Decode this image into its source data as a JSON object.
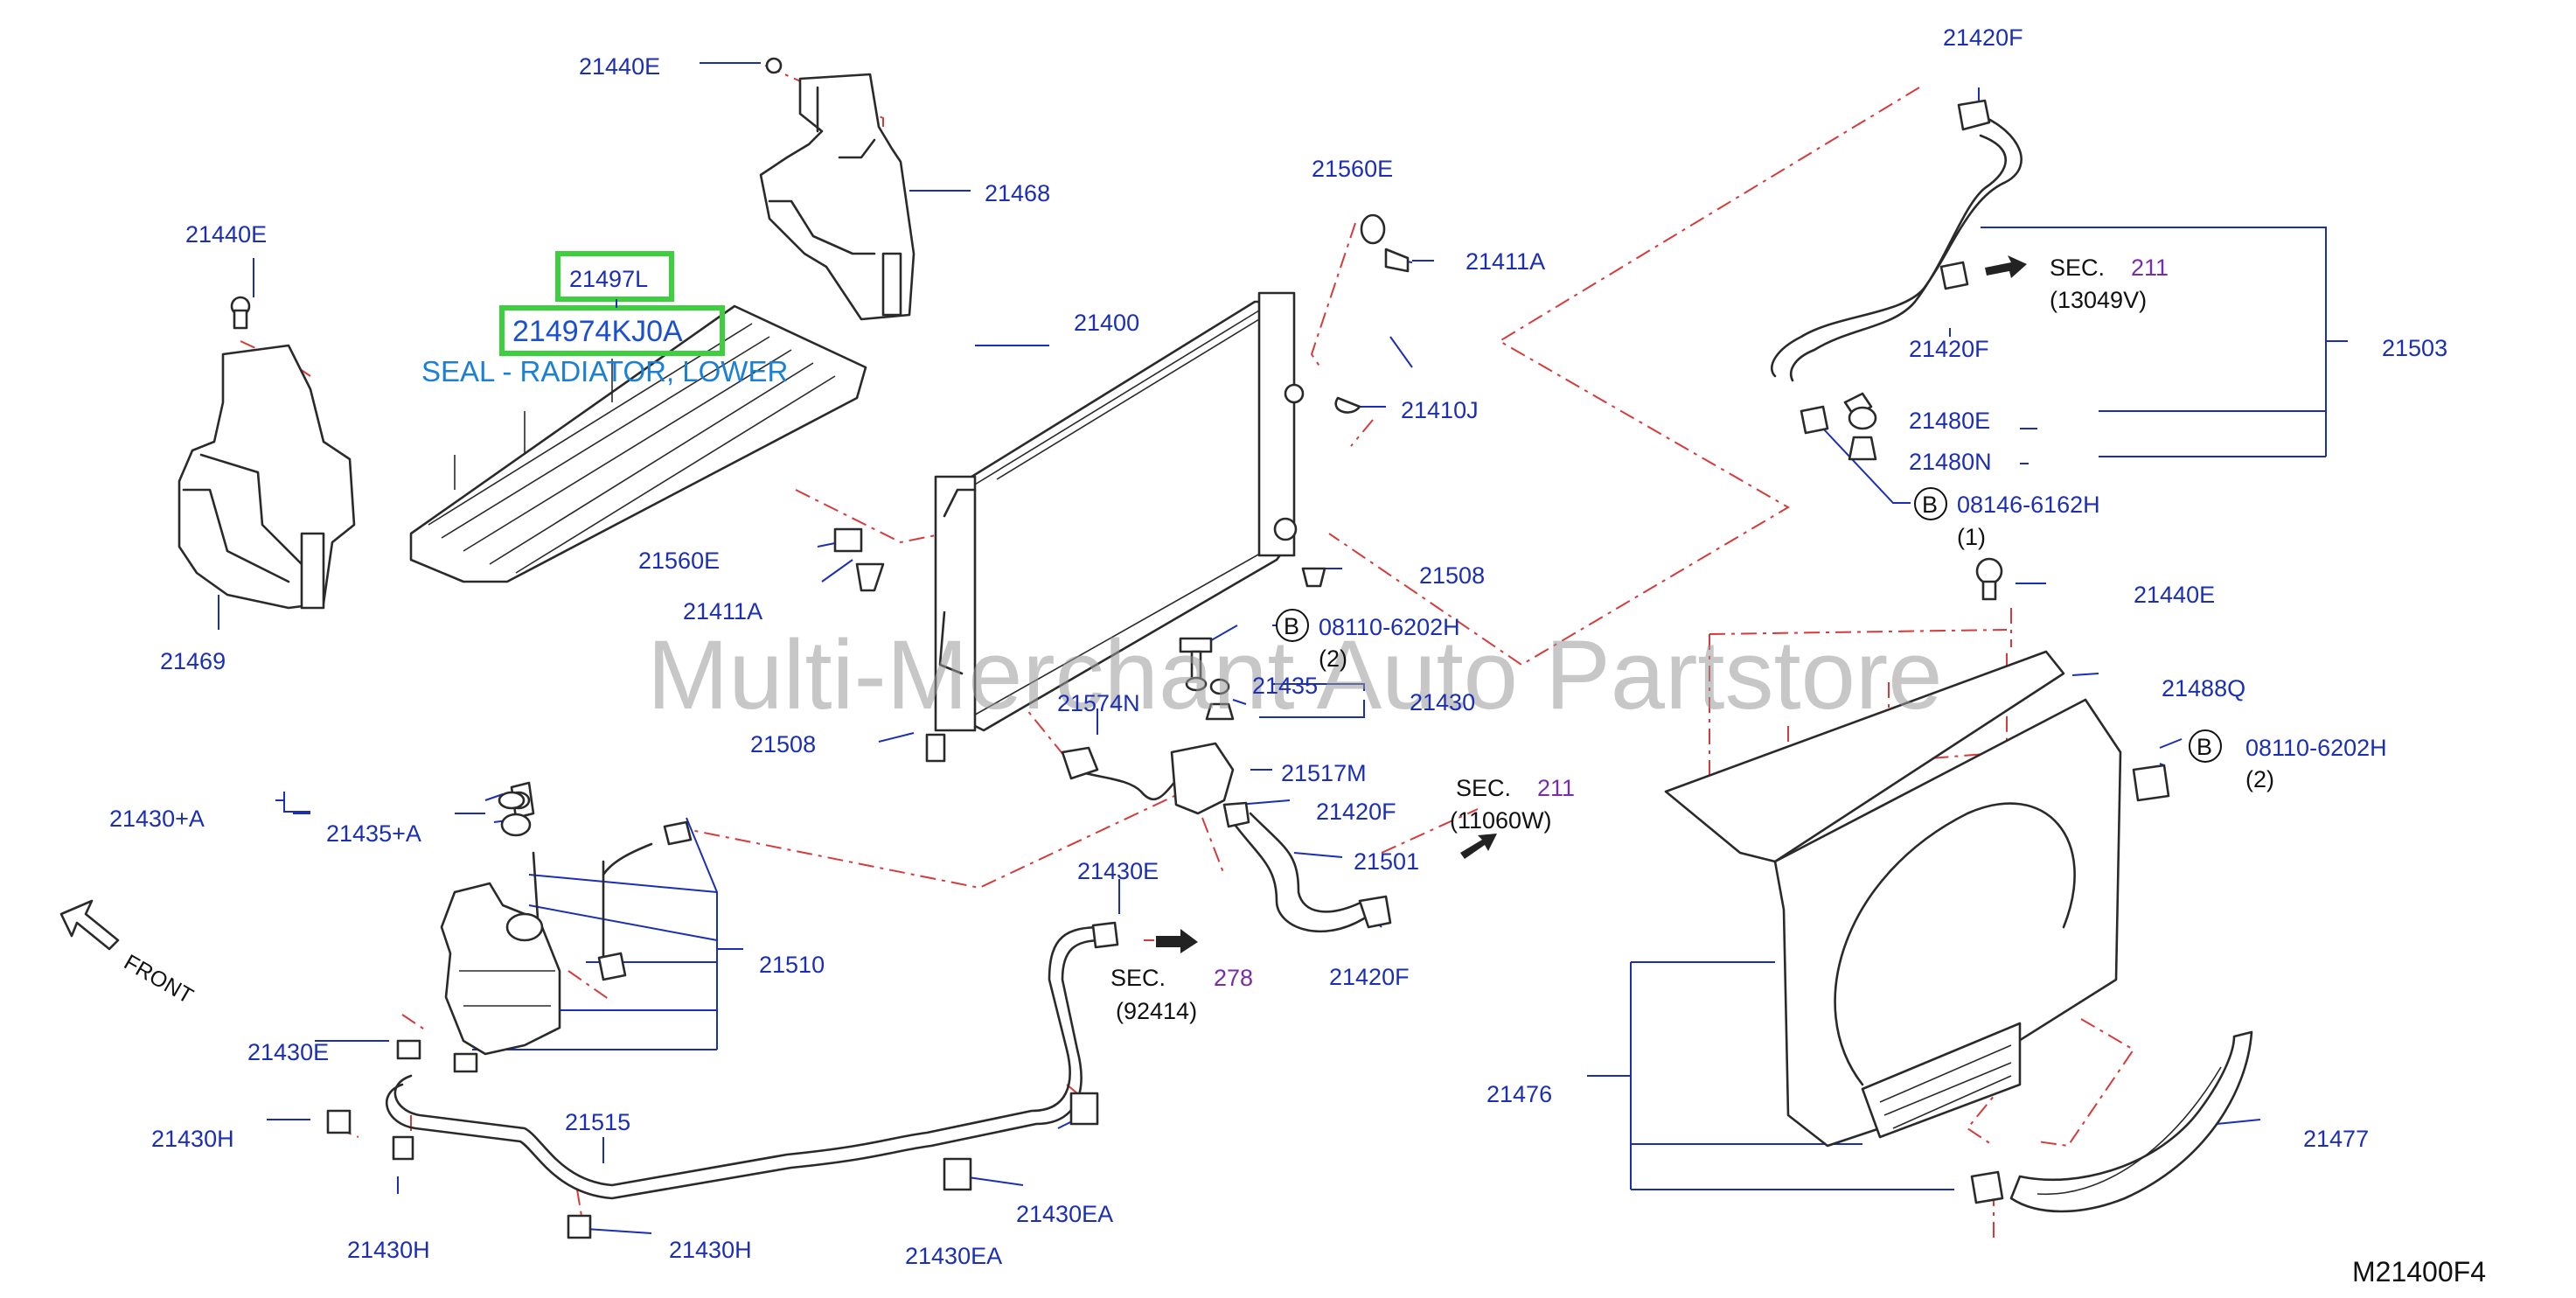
{
  "labels": {
    "p21440E_a": "21440E",
    "p21468": "21468",
    "p21440E_b": "21440E",
    "p21497L": "21497L",
    "p214974KJ0A": "214974KJ0A",
    "desc": "SEAL - RADIATOR, LOWER",
    "p21469": "21469",
    "p21400": "21400",
    "p21560E_a": "21560E",
    "p21411A_a": "21411A",
    "p21410J": "21410J",
    "p21560E_b": "21560E",
    "p21411A_b": "21411A",
    "p21508_a": "21508",
    "p21508_b": "21508",
    "b08110_a": "08110-6202H",
    "b08110_a_qty": "(2)",
    "p21435": "21435",
    "p21430": "21430",
    "p21574N": "21574N",
    "p21517M": "21517M",
    "p21420F_c": "21420F",
    "p21501": "21501",
    "p21420F_d": "21420F",
    "sec211b": "SEC.",
    "sec211b_num": "211",
    "sec211b_sub": "(11060W)",
    "p21420F_a": "21420F",
    "sec211a": "SEC.",
    "sec211a_num": "211",
    "sec211a_sub": "(13049V)",
    "p21420F_b": "21420F",
    "p21503": "21503",
    "p21480E": "21480E",
    "p21480N": "21480N",
    "b08146": "08146-6162H",
    "b08146_qty": "(1)",
    "p21440E_c": "21440E",
    "p21488Q": "21488Q",
    "b08110_b": "08110-6202H",
    "b08110_b_qty": "(2)",
    "p21430A": "21430+A",
    "p21435A": "21435+A",
    "p21510": "21510",
    "p21430E_a": "21430E",
    "p21430E_b": "21430E",
    "sec278": "SEC.",
    "sec278_num": "278",
    "sec278_sub": "(92414)",
    "p21515": "21515",
    "p21430H_a": "21430H",
    "p21430H_b": "21430H",
    "p21430H_c": "21430H",
    "p21430EA_a": "21430EA",
    "p21430EA_b": "21430EA",
    "p21476": "21476",
    "p21477": "21477",
    "front": "FRONT",
    "code": "M21400F4",
    "bolt_letter": "B",
    "watermark": "Multi-Merchant Auto Partstore"
  },
  "colors": {
    "part_number": "#1a2fb5",
    "leader_dash": "#d63a3a",
    "highlight": "#3ecf3e",
    "section_number": "#7a2ca8"
  }
}
